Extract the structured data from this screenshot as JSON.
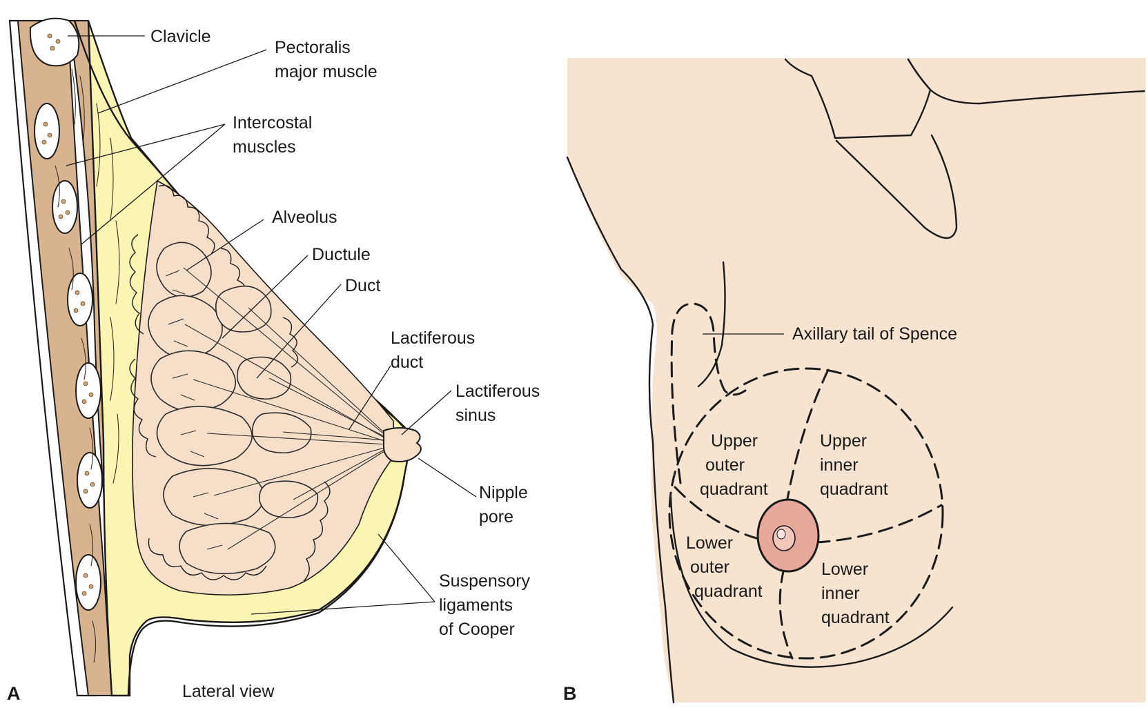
{
  "panel_a": {
    "letter": "A",
    "caption": "Lateral view",
    "labels": {
      "clavicle": "Clavicle",
      "pectoralis_1": "Pectoralis",
      "pectoralis_2": "major muscle",
      "intercostal_1": "Intercostal",
      "intercostal_2": "muscles",
      "alveolus": "Alveolus",
      "ductule": "Ductule",
      "duct": "Duct",
      "lactiferous_duct_1": "Lactiferous",
      "lactiferous_duct_2": "duct",
      "lactiferous_sinus_1": "Lactiferous",
      "lactiferous_sinus_2": "sinus",
      "nipple_pore_1": "Nipple",
      "nipple_pore_2": "pore",
      "suspensory_1": "Suspensory",
      "suspensory_2": "ligaments",
      "suspensory_3": "of Cooper"
    }
  },
  "panel_b": {
    "letter": "B",
    "labels": {
      "axillary_tail": "Axillary tail of Spence",
      "upper_outer": [
        "Upper",
        "outer",
        "quadrant"
      ],
      "upper_inner": [
        "Upper",
        "inner",
        "quadrant"
      ],
      "lower_outer": [
        "Lower",
        "outer",
        "quadrant"
      ],
      "lower_inner": [
        "Lower",
        "inner",
        "quadrant"
      ]
    }
  },
  "colors": {
    "muscle": "#d7b48f",
    "fat": "#fbf5b4",
    "gland": "#f6dfc9",
    "skin": "#f6e4d1",
    "areola": "#e6a89a"
  }
}
